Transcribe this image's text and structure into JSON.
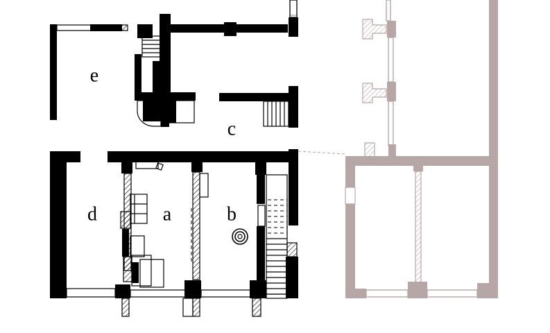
{
  "rooms": {
    "a": "a",
    "b": "b",
    "c": "c",
    "d": "d",
    "e": "e"
  },
  "colors": {
    "existing_walls": "#000000",
    "demolished_walls": "#b7a6a6",
    "background": "#ffffff"
  }
}
